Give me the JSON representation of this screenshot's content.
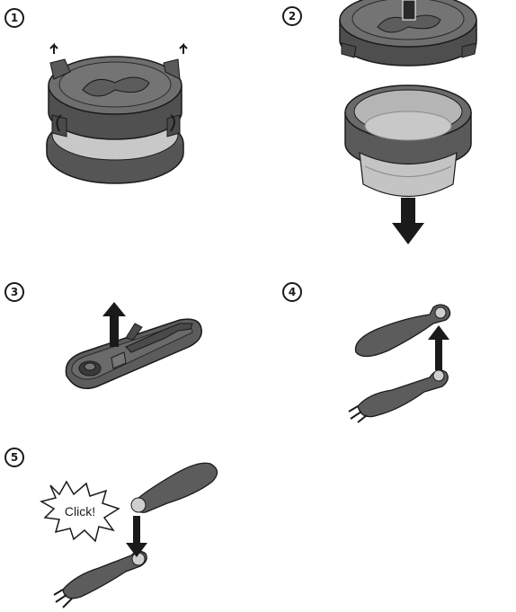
{
  "steps": [
    {
      "number": "1"
    },
    {
      "number": "2"
    },
    {
      "number": "3"
    },
    {
      "number": "4"
    },
    {
      "number": "5"
    }
  ],
  "callout": {
    "text": "Click!"
  },
  "colors": {
    "dark": "#4a4a4a",
    "mid": "#6b6b6b",
    "light": "#bdbdbd",
    "lightest": "#d4d4d4",
    "outline": "#1a1a1a"
  }
}
